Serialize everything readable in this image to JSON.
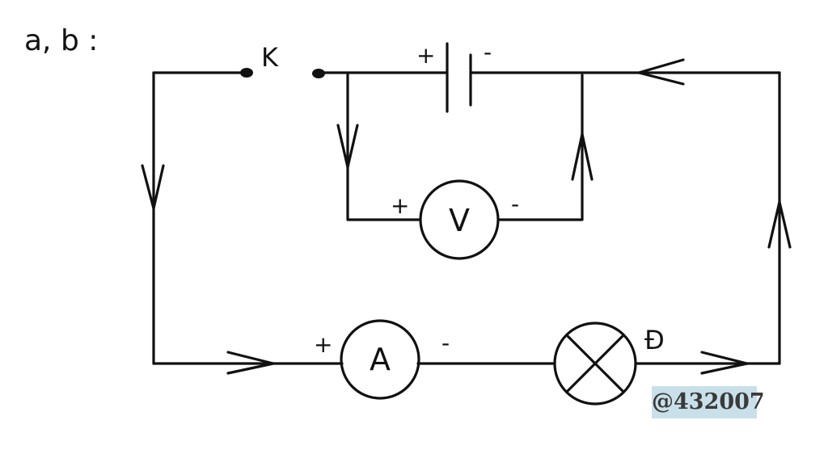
{
  "heading": "a, b :",
  "labels": {
    "switch": "K",
    "battery_plus": "+",
    "battery_minus": "-",
    "voltmeter": "V",
    "voltmeter_plus": "+",
    "voltmeter_minus": "-",
    "ammeter": "A",
    "ammeter_plus": "+",
    "ammeter_minus": "-",
    "lamp": "Đ"
  },
  "watermark": "@432007",
  "colors": {
    "line": "#111111",
    "watermark_bg": "#c9e0ea",
    "watermark_text": "#3a3a3a"
  }
}
